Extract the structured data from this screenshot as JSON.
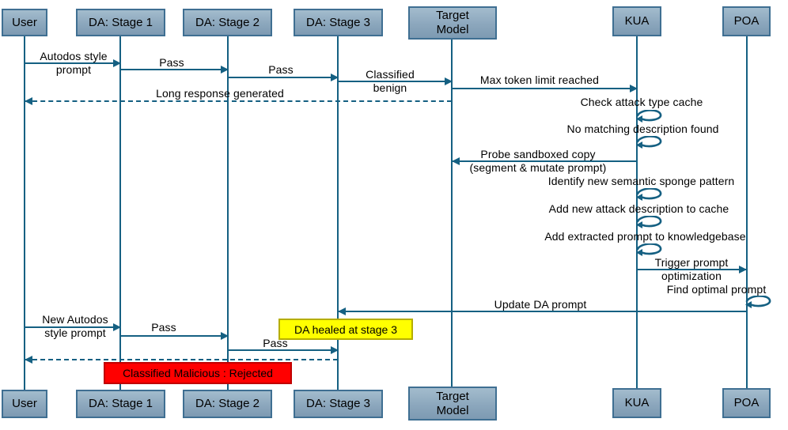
{
  "diagram_type": "sequence-diagram",
  "colors": {
    "accent_line": "#156082",
    "actor_fill_light": "#a3bccd",
    "actor_fill_dark": "#7d9ab2",
    "actor_border": "#3f6f92",
    "note_yellow_fill": "#ffff00",
    "note_yellow_border": "#b5ad00",
    "note_red_fill": "#ff0000",
    "note_red_border": "#c00000",
    "text": "#000000"
  },
  "actors": [
    {
      "label": "User"
    },
    {
      "label": "DA: Stage 1"
    },
    {
      "label": "DA: Stage 2"
    },
    {
      "label": "DA: Stage 3"
    },
    {
      "label": "Target\nModel"
    },
    {
      "label": "KUA"
    },
    {
      "label": "POA"
    }
  ],
  "messages": [
    {
      "label": "Autodos style\nprompt",
      "from": "User",
      "to": "DA: Stage 1",
      "style": "solid"
    },
    {
      "label": "Pass",
      "from": "DA: Stage 1",
      "to": "DA: Stage 2",
      "style": "solid"
    },
    {
      "label": "Pass",
      "from": "DA: Stage 2",
      "to": "DA: Stage 3",
      "style": "solid"
    },
    {
      "label": "Classified\nbenign",
      "from": "DA: Stage 3",
      "to": "Target Model",
      "style": "solid"
    },
    {
      "label": "Max token limit reached",
      "from": "Target Model",
      "to": "KUA",
      "style": "solid"
    },
    {
      "label": "Long response generated",
      "from": "Target Model",
      "to": "User",
      "style": "dashed"
    },
    {
      "label": "Probe sandboxed copy\n(segment & mutate prompt)",
      "from": "KUA",
      "to": "Target Model",
      "style": "solid"
    },
    {
      "label": "Trigger prompt\noptimization",
      "from": "KUA",
      "to": "POA",
      "style": "solid"
    },
    {
      "label": "Update DA prompt",
      "from": "POA",
      "to": "DA: Stage 3",
      "style": "solid"
    },
    {
      "label": "New Autodos\nstyle prompt",
      "from": "User",
      "to": "DA: Stage 1",
      "style": "solid"
    },
    {
      "label": "Pass",
      "from": "DA: Stage 1",
      "to": "DA: Stage 2",
      "style": "solid"
    },
    {
      "label": "Pass",
      "from": "DA: Stage 2",
      "to": "DA: Stage 3",
      "style": "solid"
    },
    {
      "label": "",
      "from": "DA: Stage 3",
      "to": "User",
      "style": "dashed"
    }
  ],
  "self_messages": [
    {
      "label": "Check attack type cache",
      "actor": "KUA"
    },
    {
      "label": "No matching description found",
      "actor": "KUA"
    },
    {
      "label": "Identify new semantic sponge pattern",
      "actor": "KUA"
    },
    {
      "label": "Add new attack description to cache",
      "actor": "KUA"
    },
    {
      "label": "Add extracted prompt to knowledgebase",
      "actor": "KUA"
    },
    {
      "label": "Find optimal prompt",
      "actor": "POA"
    }
  ],
  "notes": [
    {
      "label": "DA healed at stage 3",
      "type": "highlight-yellow"
    },
    {
      "label": "Classified Malicious : Rejected",
      "type": "alert-red"
    }
  ]
}
